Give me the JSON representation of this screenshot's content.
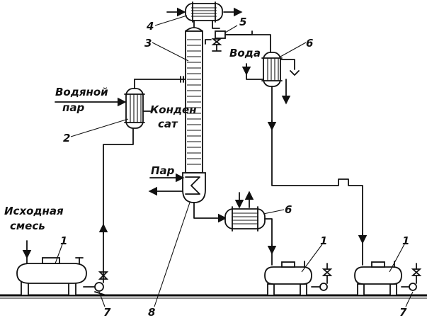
{
  "labels": {
    "water_steam_line1": "Водяной",
    "water_steam_line2": "пар",
    "condensate_line1": "Конден",
    "condensate_line2": "сат",
    "water": "Вода",
    "steam": "Пар",
    "feed_line1": "Исходная",
    "feed_line2": "смесь"
  },
  "numbers": {
    "n1a": "1",
    "n1b": "1",
    "n1c": "1",
    "n2": "2",
    "n3": "3",
    "n4": "4",
    "n5": "5",
    "n6a": "6",
    "n6b": "6",
    "n7a": "7",
    "n7b": "7",
    "n8": "8"
  }
}
